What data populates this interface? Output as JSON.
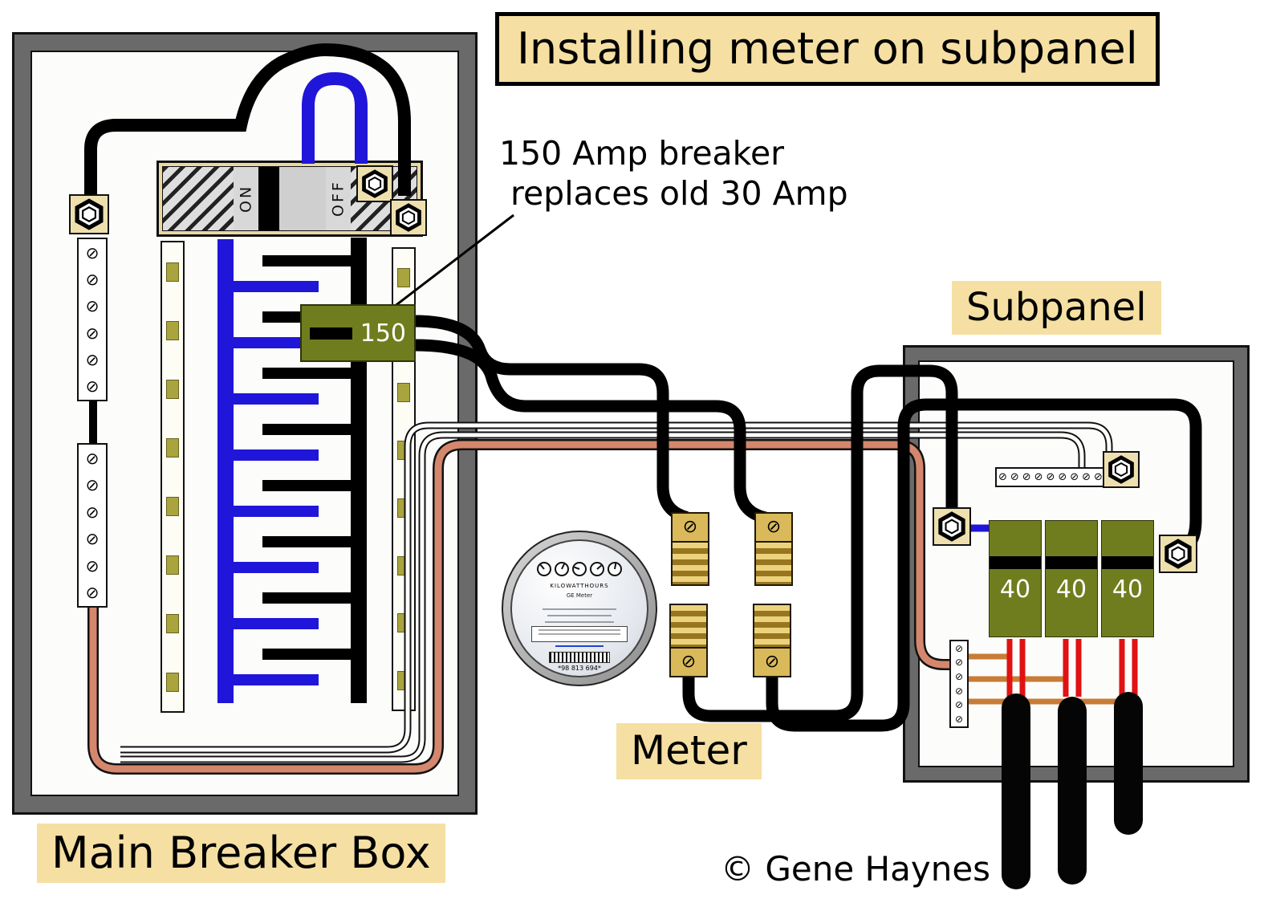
{
  "title": "Installing meter on subpanel",
  "annotation": {
    "line1": "150 Amp breaker",
    "line2": "replaces old 30 Amp"
  },
  "main_panel": {
    "label": "Main Breaker Box",
    "switch": {
      "on": "ON",
      "off": "OFF"
    },
    "breaker_label": "150"
  },
  "meter": {
    "label": "Meter",
    "face_title": "KILOWATTHOURS",
    "brand": "GE Meter",
    "serial": "*98 813 694*"
  },
  "subpanel": {
    "label": "Subpanel",
    "breakers": [
      {
        "label": "40"
      },
      {
        "label": "40"
      },
      {
        "label": "40"
      }
    ]
  },
  "copyright": "© Gene Haynes",
  "colors": {
    "label_bg": "#f5dfa2",
    "breaker_olive": "#707d1e",
    "frame_gray": "#6a6a6a",
    "wire_blue": "#2016d9",
    "wire_salmon": "#d4876d",
    "wire_orange": "#c87c35",
    "wire_red": "#e01212",
    "brass": "#c8a43c"
  }
}
